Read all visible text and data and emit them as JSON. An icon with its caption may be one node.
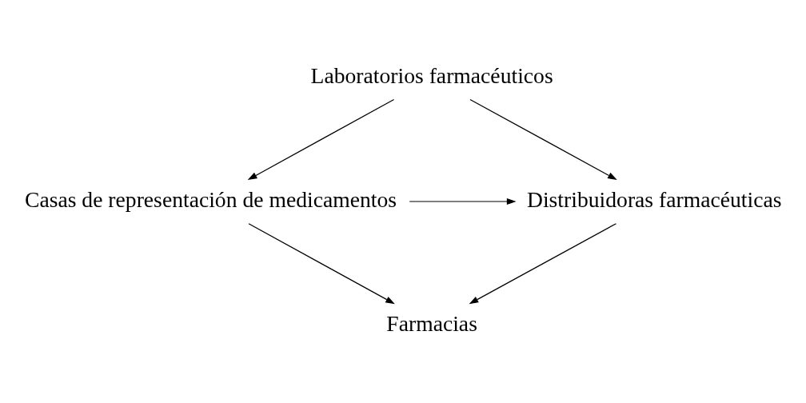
{
  "diagram": {
    "nodes": [
      {
        "text": [
          "Laboratorios farmacéuticos"
        ]
      },
      {
        "text": [
          "Casas de representación de medicamentos"
        ]
      },
      {
        "text": [
          "Distribuidoras farmacéuticas"
        ]
      },
      {
        "text": [
          "Farmacias"
        ]
      }
    ],
    "edges": [
      {
        "from": 0,
        "to": 1,
        "arrow": "to"
      },
      {
        "from": 0,
        "to": 2,
        "arrow": "to"
      },
      {
        "from": 1,
        "to": 2,
        "arrow": "to"
      },
      {
        "from": 1,
        "to": 3,
        "arrow": "to"
      },
      {
        "from": 2,
        "to": 3,
        "arrow": "to"
      }
    ]
  }
}
